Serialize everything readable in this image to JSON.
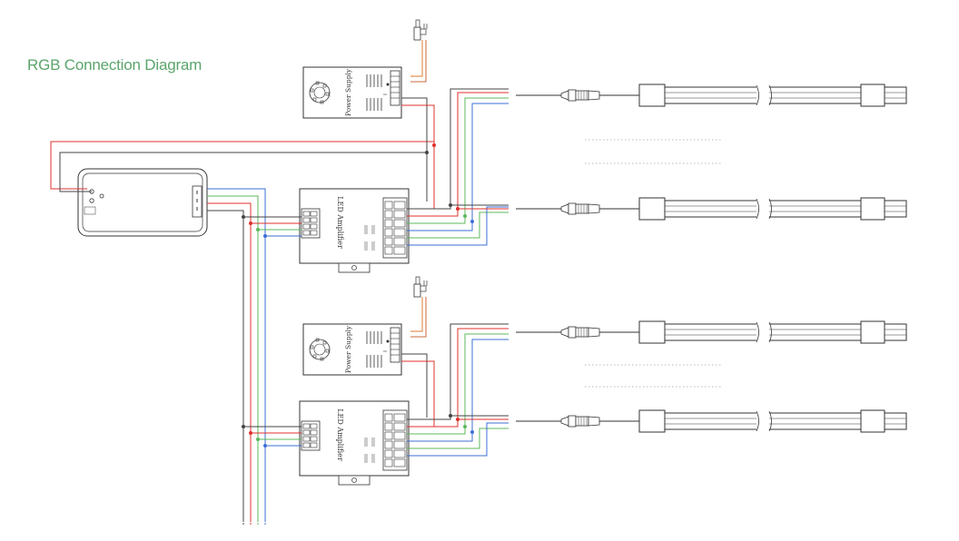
{
  "title": "RGB Connection Diagram",
  "labels": {
    "power_supply": "Power Supply",
    "amplifier": "LED Amplifier"
  },
  "colors": {
    "title": "#5aa56b",
    "red": "#e0302c",
    "green": "#5cb85c",
    "blue": "#3b6fd6",
    "black": "#444444",
    "outline": "#333333",
    "dotted": "#bbbbbb"
  }
}
